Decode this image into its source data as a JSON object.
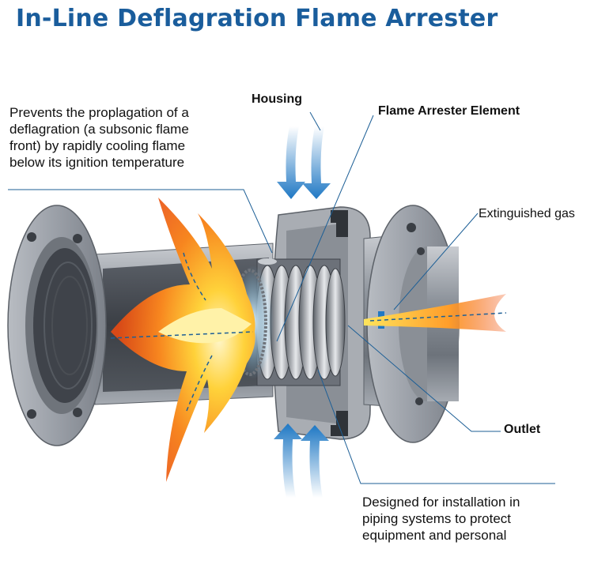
{
  "title": "In-Line Deflagration Flame Arrester",
  "description_left": [
    "Prevents the proplagation of a",
    "deflagration  (a subsonic flame",
    "front) by rapidly cooling flame",
    "below its ignition temperature"
  ],
  "description_bottom": [
    "Designed for installation in",
    "piping systems to protect",
    "equipment and personal"
  ],
  "labels": {
    "housing": "Housing",
    "element": "Flame Arrester Element",
    "extinguished": "Extinguished gas",
    "outlet": "Outlet"
  },
  "colors": {
    "title": "#1a5d9c",
    "arrow_blue": "#1f78c4",
    "flame_orange": "#f26a1b",
    "flame_yellow": "#ffd23a",
    "steel": "#9aa0a8",
    "leader": "#1d5f96"
  }
}
